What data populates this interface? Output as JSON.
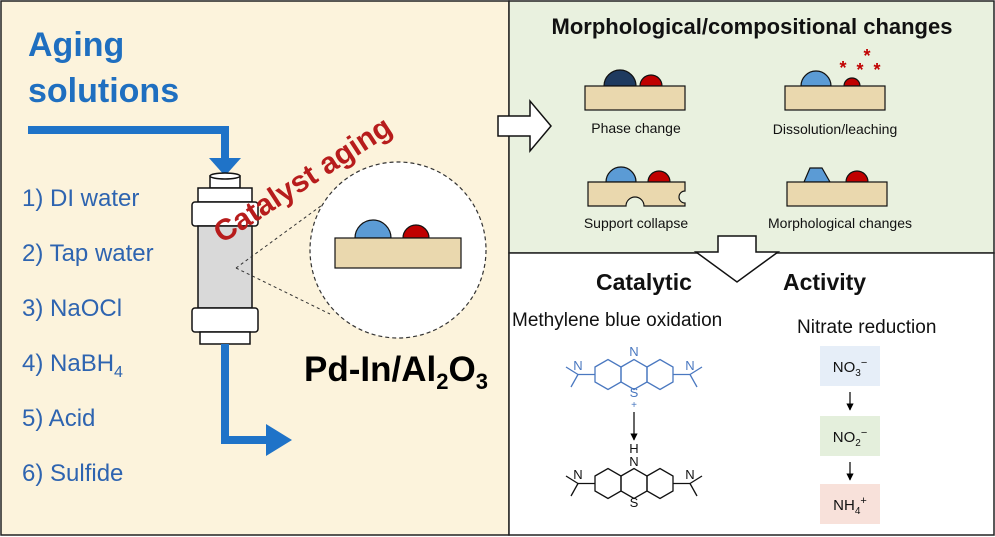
{
  "aging": {
    "title_line1": "Aging",
    "title_line2": "solutions",
    "items": [
      "1) DI water",
      "2) Tap water",
      "3) NaOCl",
      "4) NaBH",
      "5) Acid",
      "6) Sulfide"
    ],
    "nabh_subscript": "4"
  },
  "catalyst": {
    "aging_label": "Catalyst aging",
    "formula_main": "Pd-In/Al",
    "formula_sub1": "2",
    "formula_o": "O",
    "formula_sub2": "3"
  },
  "morph": {
    "title": "Morphological/compositional changes",
    "phase_change": "Phase change",
    "dissolution": "Dissolution/leaching",
    "support_collapse": "Support collapse",
    "morph_changes": "Morphological changes",
    "star": "*"
  },
  "activity": {
    "catalytic": "Catalytic",
    "activity": "Activity",
    "mb_oxidation": "Methylene blue oxidation",
    "nitrate_reduction": "Nitrate reduction",
    "atom_n": "N",
    "atom_s": "S",
    "atom_h": "H",
    "charge_plus": "+",
    "no3": "NO",
    "no3_sub": "3",
    "no3_sup": "−",
    "no2": "NO",
    "no2_sub": "2",
    "no2_sup": "−",
    "nh4": "NH",
    "nh4_sub": "4",
    "nh4_sup": "+"
  },
  "colors": {
    "left_bg": "#fcf3dc",
    "morph_bg": "#e9f1df",
    "blue_text": "#1f6fc0",
    "item_text": "#2e64b0",
    "red_text": "#b71c1c",
    "pd_blue": "#5b9bd5",
    "in_red": "#c00000",
    "support": "#ead8ae",
    "mb_blue": "#4a78c0",
    "no3_box": "#e6eef8",
    "no2_box": "#e4efdc",
    "nh4_box": "#f8e1da"
  }
}
